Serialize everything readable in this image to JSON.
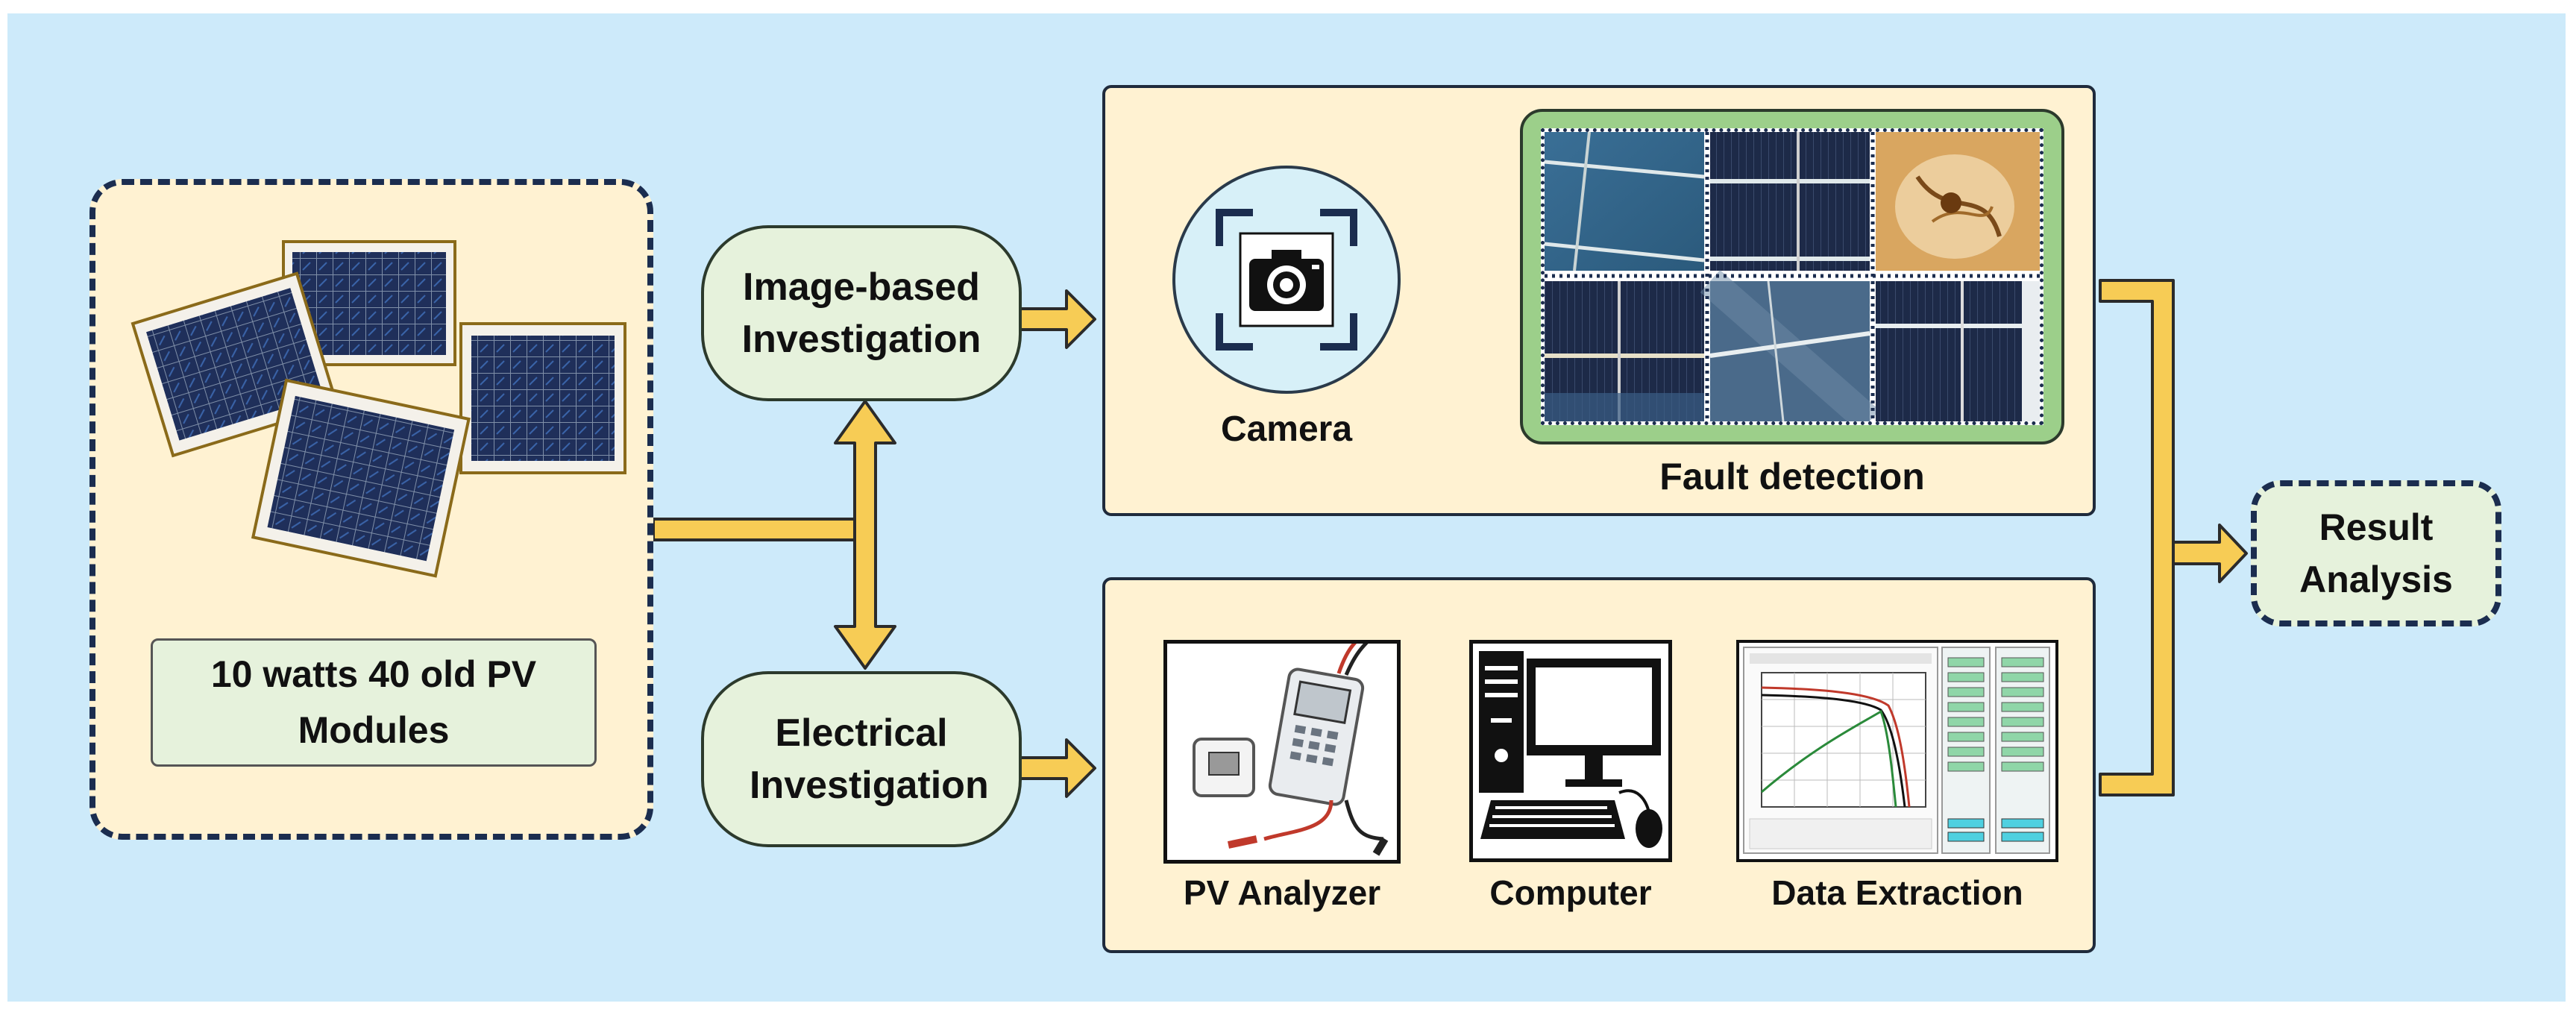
{
  "modules_label": "10 watts 40 old PV Modules",
  "image_investigation": "Image-based Investigation",
  "electrical_investigation": "Electrical Investigation",
  "camera_label": "Camera",
  "fault_label": "Fault detection",
  "pv_analyzer_label": "PV Analyzer",
  "computer_label": "Computer",
  "data_extraction_label": "Data Extraction",
  "result_label": "Result Analysis",
  "colors": {
    "background": "#cdeafa",
    "box_fill": "#fff2d2",
    "pill_fill": "#e6f2dc",
    "arrow": "#f7cc55",
    "fault_frame": "#9ccf8a"
  },
  "icons": [
    "solar-panel-icon",
    "camera-icon",
    "pv-analyzer-icon",
    "computer-icon",
    "iv-curve-screen-icon"
  ]
}
